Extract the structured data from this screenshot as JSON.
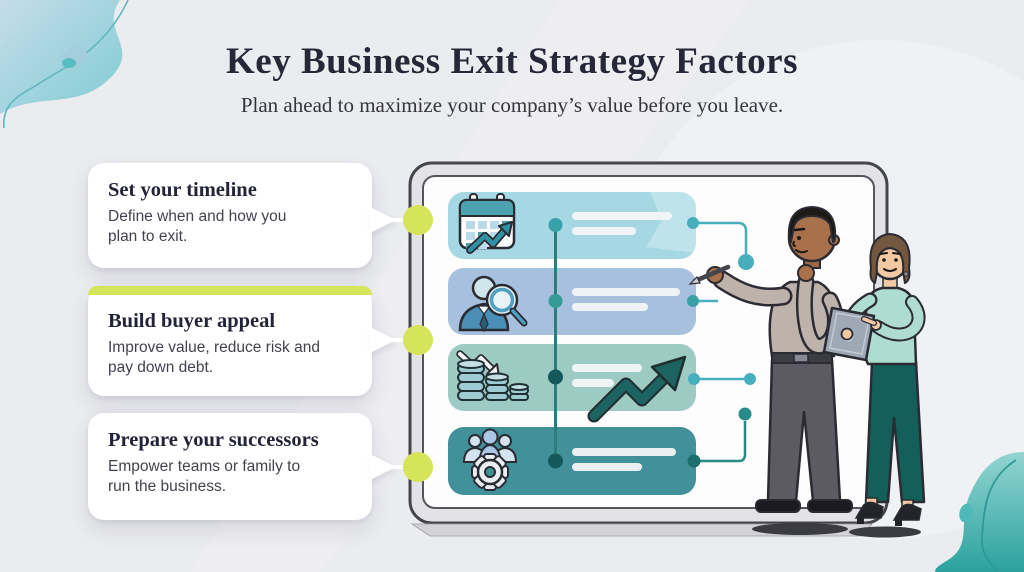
{
  "title": "Key Business Exit Strategy Factors",
  "subtitle": "Plan ahead to maximize your company’s value before you leave.",
  "cards": [
    {
      "title": "Set your timeline",
      "description": "Define when and how you\nplan to exit."
    },
    {
      "title": "Build buyer appeal",
      "description": "Improve value, reduce risk and\npay down debt."
    },
    {
      "title": "Prepare your successors",
      "description": "Empower teams or family to\nrun the business."
    }
  ],
  "board": {
    "rows": [
      {
        "icon": "calendar-growth-icon",
        "color": "#a5d8e2"
      },
      {
        "icon": "buyer-magnifier-icon",
        "color": "#a6c0dd"
      },
      {
        "icon": "coins-debt-reduction-icon",
        "color": "#9ecac4"
      },
      {
        "icon": "team-gear-succession-icon",
        "color": "#41909a"
      }
    ]
  },
  "illustration": {
    "people": [
      "man-presenting-with-pen",
      "woman-holding-tablet"
    ]
  },
  "colors": {
    "background": "#ebecef",
    "accent_lime": "#d6e45a",
    "title_text": "#27273a",
    "body_text": "#43434e",
    "card_background": "#ffffff",
    "timeline_teal": "#2c7d7b",
    "connector_teal": "#49aebc",
    "arrow_dark_teal": "#1d6361",
    "blob_teal": "#55bdc0"
  }
}
